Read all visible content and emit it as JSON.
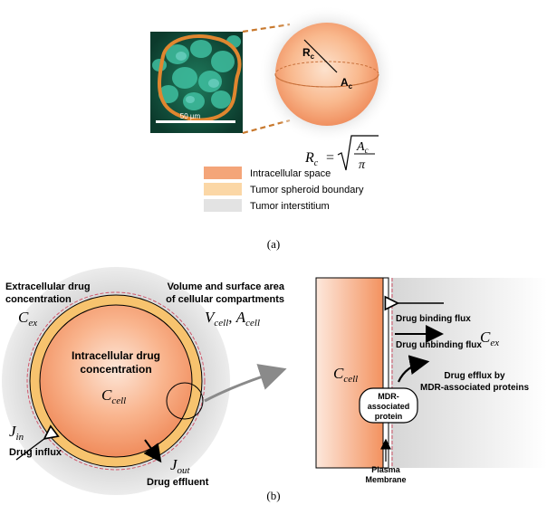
{
  "panel_a": {
    "micro_scale_label": "50 µm",
    "radius_symbol": "R",
    "radius_sub": "c",
    "area_symbol": "A",
    "area_sub": "c",
    "formula": {
      "lhs": "R",
      "lhs_sub": "c",
      "equals": "=",
      "num": "A",
      "num_sub": "c",
      "den": "π"
    },
    "legend": [
      {
        "label": "Intracellular space",
        "color": "#f4a579"
      },
      {
        "label": "Tumor spheroid boundary",
        "color": "#fbd7a6"
      },
      {
        "label": "Tumor interstitium",
        "color": "#e3e3e3"
      }
    ],
    "caption": "(a)"
  },
  "panel_b": {
    "extracellular_title_1": "Extracellular drug",
    "extracellular_title_2": "concentration",
    "c_ex": "C",
    "c_ex_sub": "ex",
    "volume_title_1": "Volume and surface area",
    "volume_title_2": "of cellular compartments",
    "v_cell": "V",
    "v_cell_sub": "cell",
    "a_cell": "A",
    "a_cell_sub": "cell",
    "intracellular_1": "Intracellular drug",
    "intracellular_2": "concentration",
    "c_cell": "C",
    "c_cell_sub": "cell",
    "j_in": "J",
    "j_in_sub": "in",
    "drug_influx": "Drug influx",
    "j_out": "J",
    "j_out_sub": "out",
    "drug_effluent": "Drug effluent",
    "zoom": {
      "c_cell": "C",
      "c_cell_sub": "cell",
      "c_ex": "C",
      "c_ex_sub": "ex",
      "binding_flux": "Drug binding flux",
      "unbinding_flux": "Drug unbinding flux",
      "efflux_1": "Drug efflux by",
      "efflux_2": "MDR-associated proteins",
      "mdr_1": "MDR-",
      "mdr_2": "associated",
      "mdr_3": "protein",
      "membrane_1": "Plasma",
      "membrane_2": "Membrane"
    },
    "caption": "(b)"
  }
}
